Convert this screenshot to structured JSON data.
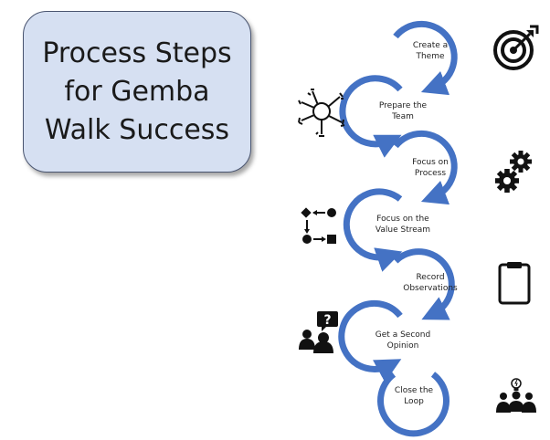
{
  "title": "Process Steps\nfor Gemba\nWalk Success",
  "accent_color": "#4472c4",
  "steps": [
    {
      "label": "Create a\nTheme",
      "icon": "target-icon"
    },
    {
      "label": "Prepare the\nTeam",
      "icon": "team-hands-icon"
    },
    {
      "label": "Focus on\nProcess",
      "icon": "gears-icon"
    },
    {
      "label": "Focus on the\nValue Stream",
      "icon": "flow-chart-icon"
    },
    {
      "label": "Record\nObservations",
      "icon": "clipboard-icon"
    },
    {
      "label": "Get a Second\nOpinion",
      "icon": "question-people-icon"
    },
    {
      "label": "Close the\nLoop",
      "icon": "idea-group-icon"
    }
  ]
}
